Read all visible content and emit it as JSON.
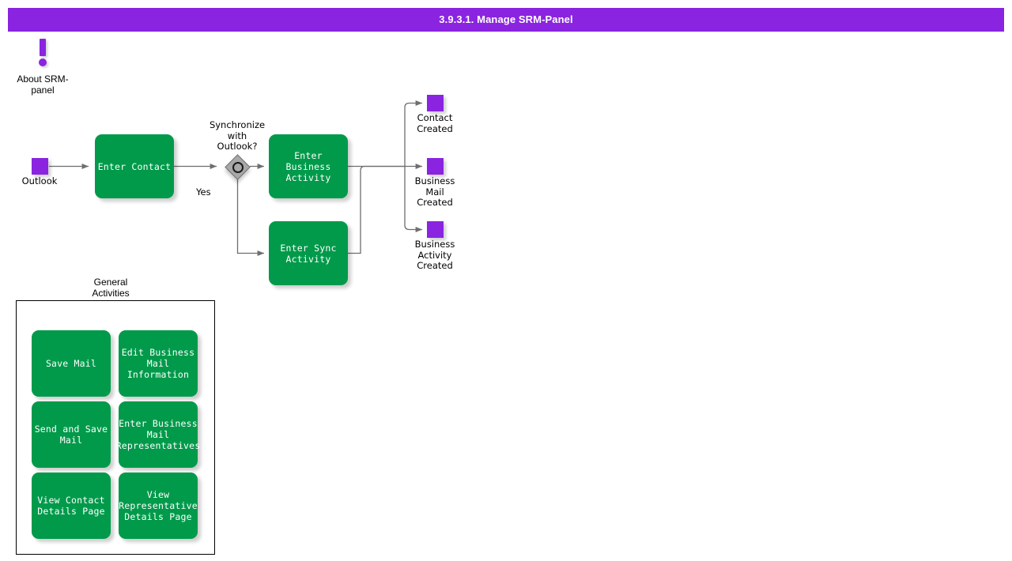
{
  "titlebar": {
    "title": "3.9.3.1. Manage SRM-Panel",
    "background": "#8A24E0",
    "text_color": "#ffffff"
  },
  "colors": {
    "accent_purple": "#8A24E0",
    "task_green": "#009A4A",
    "gateway_gray": "#A8A8A8",
    "connector_gray": "#6E6E6E",
    "text_dark": "#000000",
    "task_text": "#ffffff"
  },
  "annotation": {
    "icon": "exclamation-icon",
    "label": "About SRM-\npanel"
  },
  "diagram": {
    "start_event": {
      "icon": "purple-square-event",
      "label": "Outlook"
    },
    "tasks": [
      {
        "id": "enter-contact",
        "label": "Enter Contact"
      },
      {
        "id": "enter-business-activity",
        "label": "Enter Business\nActivity"
      },
      {
        "id": "enter-sync-activity",
        "label": "Enter Sync\nActivity"
      }
    ],
    "gateway": {
      "id": "synchronize-gateway",
      "question": "Synchronize\nwith\nOutlook?",
      "branch_label": "Yes"
    },
    "end_events": [
      {
        "id": "contact-created",
        "label": "Contact\nCreated"
      },
      {
        "id": "business-mail-created",
        "label": "Business\nMail\nCreated"
      },
      {
        "id": "business-activity-created",
        "label": "Business\nActivity\nCreated"
      }
    ]
  },
  "general_activities": {
    "title": "General\nActivities",
    "items": [
      {
        "id": "save-mail",
        "label": "Save Mail"
      },
      {
        "id": "edit-business-mail-information",
        "label": "Edit Business\nMail Information"
      },
      {
        "id": "send-and-save-mail",
        "label": "Send and Save\nMail"
      },
      {
        "id": "enter-business-mail-representatives",
        "label": "Enter Business\nMail\nRepresentatives"
      },
      {
        "id": "view-contact-details-page",
        "label": "View Contact\nDetails Page"
      },
      {
        "id": "view-representative-details-page",
        "label": "View\nRepresentative\nDetails Page"
      }
    ]
  }
}
